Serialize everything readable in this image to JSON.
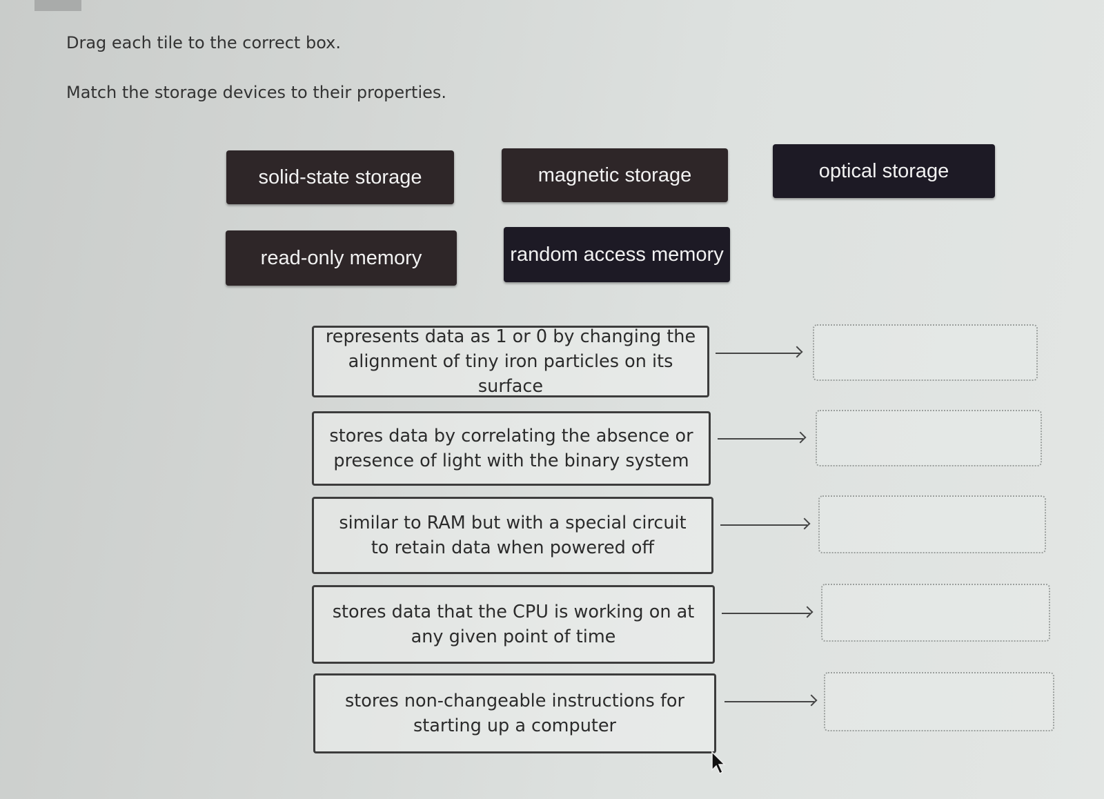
{
  "instructions": {
    "drag": "Drag each tile to the correct box.",
    "match": "Match the storage devices to their properties."
  },
  "tiles": [
    {
      "label": "solid-state storage"
    },
    {
      "label": "magnetic storage"
    },
    {
      "label": "optical storage"
    },
    {
      "label": "read-only memory"
    },
    {
      "label": "random access memory"
    }
  ],
  "properties": [
    {
      "line1": "represents data as 1 or 0 by changing the",
      "line2": "alignment of tiny iron particles on its surface"
    },
    {
      "line1": "stores data by correlating the absence or",
      "line2": "presence of light with the binary system"
    },
    {
      "line1": "similar to RAM but with a special circuit",
      "line2": "to retain data when powered off"
    },
    {
      "line1": "stores data that the CPU is working on at",
      "line2": "any given point of time"
    },
    {
      "line1": "stores non-changeable instructions for",
      "line2": "starting up a computer"
    }
  ],
  "colors": {
    "tile_background": "#2e2628",
    "tile_text": "#f2f2f2",
    "page_background": "#d6d9d7"
  },
  "icons": {
    "arrow": "right-arrow-icon",
    "cursor": "mouse-pointer-icon"
  }
}
